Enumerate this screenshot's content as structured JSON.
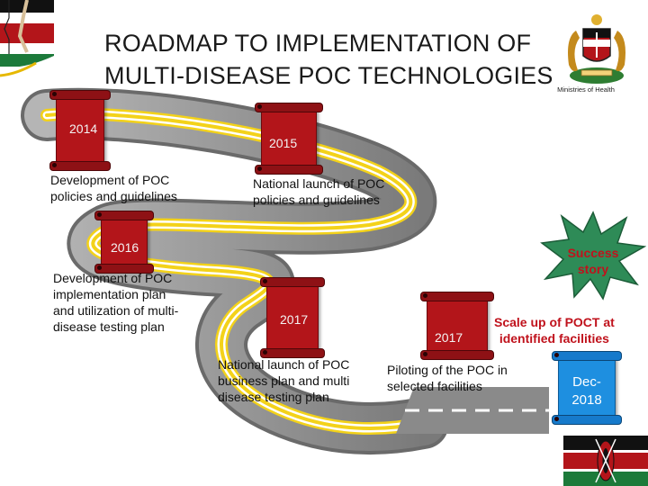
{
  "title_line1": "ROADMAP TO IMPLEMENTATION OF",
  "title_line2": "MULTI-DISEASE POC TECHNOLOGIES",
  "ministry_text": "Ministries of Health",
  "milestones": [
    {
      "year": "2014",
      "line1": "Development of POC",
      "line2": "policies and guidelines"
    },
    {
      "year": "2015",
      "line1": "National launch of POC",
      "line2": "policies and guidelines"
    },
    {
      "year": "2016",
      "line1": "Development of POC",
      "line2": "implementation plan",
      "line3": "and utilization of multi-",
      "line4": "disease testing plan"
    },
    {
      "year": "2017",
      "line1": "National launch of POC",
      "line2": "business plan and multi",
      "line3": "disease testing plan"
    },
    {
      "year": "2017",
      "line1": "Piloting of the POC in",
      "line2": "selected facilities"
    },
    {
      "line1": "Scale up of POCT at",
      "line2": "identified facilities"
    }
  ],
  "success_line1": "Success",
  "success_line2": "story",
  "target_line1": "Dec-",
  "target_line2": "2018",
  "colors": {
    "scroll_red": "#b3151a",
    "road": "#5a5a5a",
    "road_stripe": "#f3d21a",
    "star": "#2e8b57",
    "target_blue": "#1e8fe0",
    "accent_red": "#c0121c"
  }
}
